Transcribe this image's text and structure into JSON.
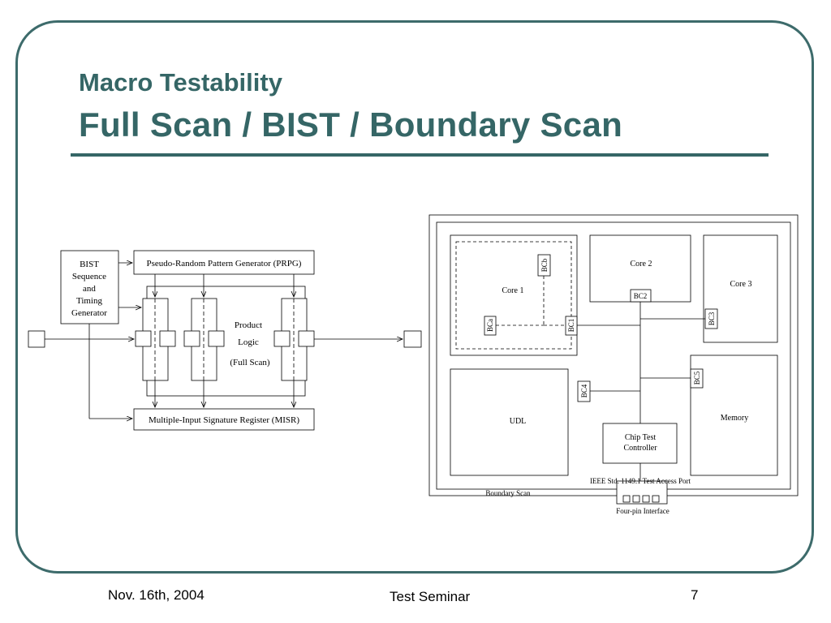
{
  "slide": {
    "title_line1": "Macro Testability",
    "title_line2": "Full Scan / BIST / Boundary Scan"
  },
  "left_diagram": {
    "bist_lines": [
      "BIST",
      "Sequence",
      "and",
      "Timing",
      "Generator"
    ],
    "prpg": "Pseudo-Random Pattern Generator (PRPG)",
    "misr": "Multiple-Input Signature Register (MISR)",
    "product_lines": [
      "Product",
      "Logic",
      "(Full Scan)"
    ]
  },
  "right_diagram": {
    "core1": "Core 1",
    "core2": "Core 2",
    "core3": "Core 3",
    "udl": "UDL",
    "memory": "Memory",
    "bca": "BCa",
    "bcb": "BCb",
    "bc1": "BC1",
    "bc2": "BC2",
    "bc3": "BC3",
    "bc4": "BC4",
    "bc5": "BC5",
    "controller_lines": [
      "Chip Test",
      "Controller"
    ],
    "tap": "IEEE Std. 1149.1 Test Access Port",
    "boundary_scan": "Boundary Scan",
    "four_pin": "Four-pin Interface"
  },
  "footer": {
    "date": "Nov. 16th, 2004",
    "center": "Test Seminar",
    "page": "7"
  }
}
